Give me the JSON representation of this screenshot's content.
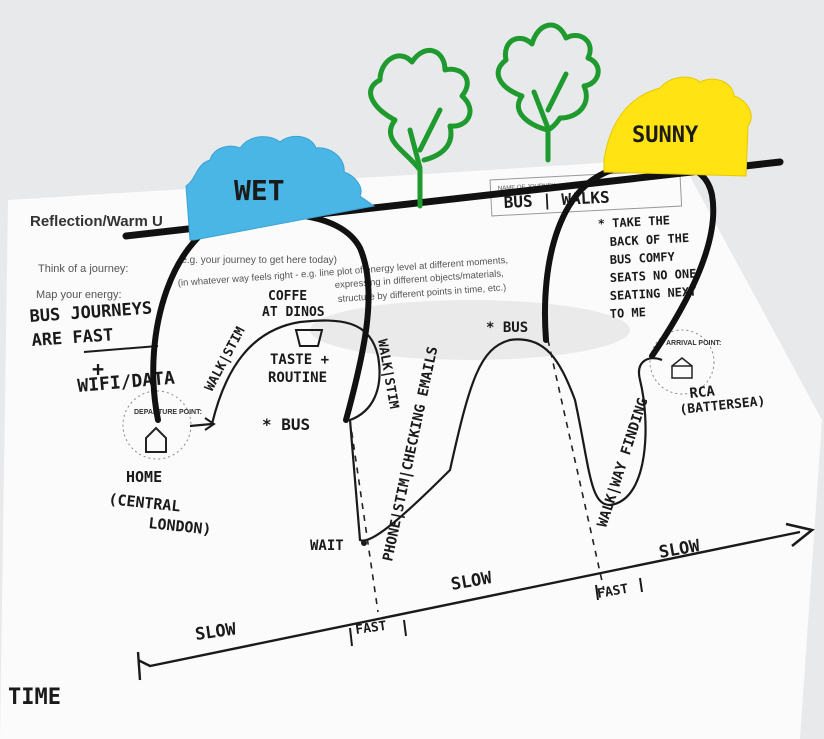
{
  "worksheet": {
    "heading": "Reflection/Warm U",
    "think_prompt": "Think of a journey:",
    "map_prompt": "Map your energy:",
    "instruction_1": "(e.g. your journey to get here today)",
    "instruction_2": "(in whatever way feels right - e.g. line plot of energy level at different moments,",
    "instruction_3": "expressing in different objects/materials,",
    "instruction_4": "structure by different points in time, etc.)",
    "journey_name_label": "NAME OF JOURNEY",
    "journey_name_value": "BUS | WALKS",
    "departure_label": "DEPARTURE POINT:",
    "arrival_label": "ARRIVAL POINT:"
  },
  "notes": {
    "bus_journeys_line1": "BUS JOURNEYS",
    "bus_journeys_line2": "ARE FAST",
    "plus": "+",
    "wifi": "WIFI/DATA",
    "coffee_line1": "COFFE",
    "coffee_line2": "AT DINOS",
    "taste_line1": "TASTE +",
    "taste_line2": "ROUTINE",
    "walk_stim_1": "WALK|STIM",
    "walk_stim_2": "WALK|STIM",
    "bus_1": "* BUS",
    "bus_2": "* BUS",
    "home_line1": "HOME",
    "home_line2": "(CENTRAL",
    "home_line3": "LONDON)",
    "wait": "WAIT",
    "phone_stim": "PHONE|STIM|CHECKING EMAILS",
    "walk_wayfinding": "WALK|WAY FINDING",
    "rca_line1": "RCA",
    "rca_line2": "(BATTERSEA)",
    "take_back_1": "* TAKE THE",
    "take_back_2": "BACK OF THE",
    "take_back_3": "BUS COMFY",
    "take_back_4": "SEATS NO ONE",
    "take_back_5": "SEATING NEXT",
    "take_back_6": "TO ME",
    "slow_1": "SLOW",
    "fast_1": "FAST",
    "slow_2": "SLOW",
    "fast_2": "FAST",
    "slow_3": "SLOW",
    "time": "TIME"
  },
  "props": {
    "wet_label": "WET",
    "sunny_label": "SUNNY",
    "wet_color": "#49b6e6",
    "sunny_color": "#ffe312",
    "pipe_cleaner_color": "#1e9a2e"
  }
}
